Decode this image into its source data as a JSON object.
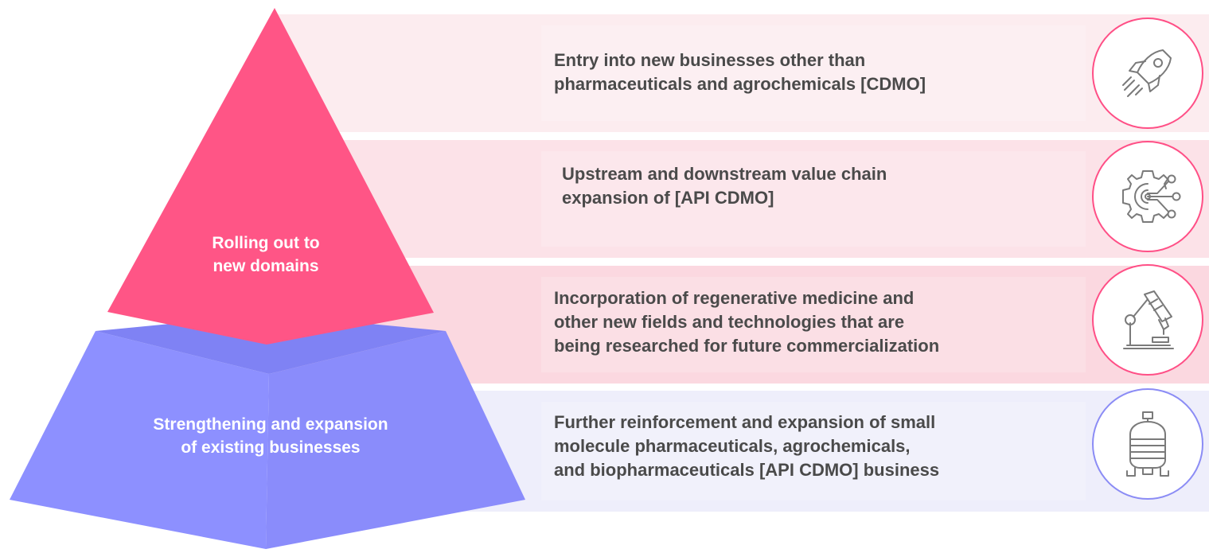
{
  "pyramid": {
    "top_label": "Rolling out to\nnew domains",
    "bottom_label": "Strengthening and expansion\nof existing businesses"
  },
  "items": [
    {
      "text": "Entry into new businesses other than\npharmaceuticals and agrochemicals [CDMO]",
      "icon": "rocket-icon"
    },
    {
      "text": "Upstream and downstream value chain\nexpansion of [API CDMO]",
      "icon": "gear-network-icon"
    },
    {
      "text": "Incorporation of regenerative medicine and\nother new fields and technologies that are\nbeing researched for future commercialization",
      "icon": "microscope-icon"
    },
    {
      "text": "Further reinforcement and expansion of small\nmolecule  pharmaceuticals, agrochemicals,\nand biopharmaceuticals [API CDMO] business",
      "icon": "reactor-tank-icon"
    }
  ],
  "colors": {
    "pink_accent": "#ff5586",
    "purple_accent": "#8c8ef8",
    "text": "#4a4a4a"
  }
}
